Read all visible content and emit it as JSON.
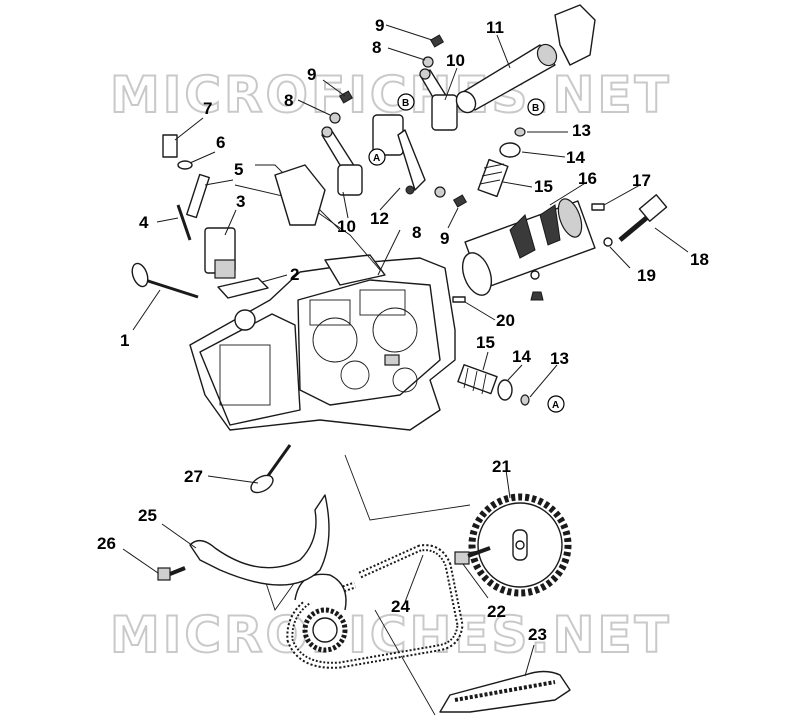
{
  "watermark": "MICROFICHES.NET",
  "part_numbers": [
    "1",
    "2",
    "3",
    "4",
    "5",
    "6",
    "7",
    "8",
    "9",
    "10",
    "11",
    "12",
    "13",
    "14",
    "15",
    "16",
    "17",
    "18",
    "19",
    "20",
    "21",
    "22",
    "23",
    "24",
    "25",
    "26",
    "27"
  ],
  "reference_marks": [
    "A",
    "B"
  ],
  "callouts": {
    "c1": "1",
    "c2": "2",
    "c3": "3",
    "c4": "4",
    "c5": "5",
    "c6": "6",
    "c7": "7",
    "c8a": "8",
    "c8b": "8",
    "c8c": "8",
    "c9a": "9",
    "c9b": "9",
    "c9c": "9",
    "c10a": "10",
    "c10b": "10",
    "c11": "11",
    "c12": "12",
    "c13a": "13",
    "c13b": "13",
    "c14a": "14",
    "c14b": "14",
    "c15a": "15",
    "c15b": "15",
    "c16": "16",
    "c17": "17",
    "c18": "18",
    "c19": "19",
    "c20": "20",
    "c21": "21",
    "c22": "22",
    "c23": "23",
    "c24": "24",
    "c25": "25",
    "c26": "26",
    "c27": "27"
  },
  "marks": {
    "mA1": "A",
    "mA2": "A",
    "mB1": "B",
    "mB2": "B"
  }
}
